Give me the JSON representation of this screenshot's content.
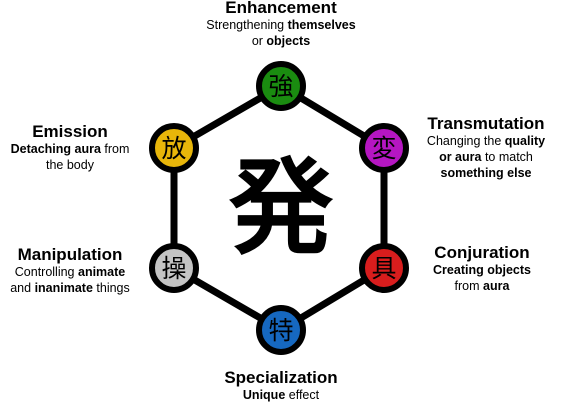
{
  "center": {
    "kanji": "発"
  },
  "types": [
    {
      "key": "enhancement",
      "kanji": "強",
      "color": "#1a8c10",
      "title": "Enhancement",
      "desc": [
        [
          [
            "Strengthening ",
            false
          ],
          [
            "themselves",
            true
          ]
        ],
        [
          [
            "or ",
            false
          ],
          [
            "objects",
            true
          ]
        ]
      ]
    },
    {
      "key": "transmutation",
      "kanji": "変",
      "color": "#b516c2",
      "title": "Transmutation",
      "desc": [
        [
          [
            "Changing the ",
            false
          ],
          [
            "quality",
            true
          ]
        ],
        [
          [
            "or aura",
            true
          ],
          [
            " to match",
            false
          ]
        ],
        [
          [
            "something else",
            true
          ]
        ]
      ]
    },
    {
      "key": "conjuration",
      "kanji": "具",
      "color": "#d81d1d",
      "title": "Conjuration",
      "desc": [
        [
          [
            "Creating objects",
            true
          ]
        ],
        [
          [
            "from ",
            false
          ],
          [
            "aura",
            true
          ]
        ]
      ]
    },
    {
      "key": "specialization",
      "kanji": "特",
      "color": "#1668c0",
      "title": "Specialization",
      "desc": [
        [
          [
            "Unique",
            true
          ],
          [
            " effect",
            false
          ]
        ]
      ]
    },
    {
      "key": "manipulation",
      "kanji": "操",
      "color": "#c4c4c4",
      "title": "Manipulation",
      "desc": [
        [
          [
            "Controlling ",
            false
          ],
          [
            "animate",
            true
          ]
        ],
        [
          [
            "and ",
            false
          ],
          [
            "inanimate",
            true
          ],
          [
            " things",
            false
          ]
        ]
      ]
    },
    {
      "key": "emission",
      "kanji": "放",
      "color": "#e8b60a",
      "title": "Emission",
      "desc": [
        [
          [
            "Detaching aura",
            true
          ],
          [
            " from",
            false
          ]
        ],
        [
          [
            "the body",
            false
          ]
        ]
      ]
    }
  ]
}
